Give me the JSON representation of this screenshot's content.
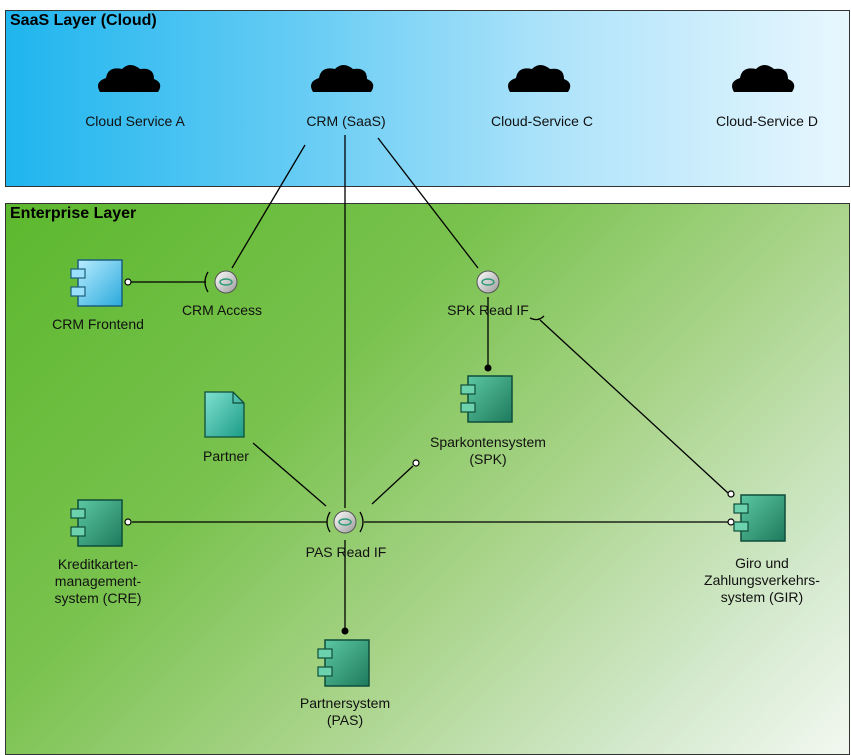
{
  "saas_layer": {
    "title": "SaaS Layer (Cloud)"
  },
  "enterprise_layer": {
    "title": "Enterprise Layer"
  },
  "clouds": [
    {
      "label": "Cloud Service A"
    },
    {
      "label": "CRM (SaaS)"
    },
    {
      "label": "Cloud-Service C"
    },
    {
      "label": "Cloud-Service D"
    }
  ],
  "interfaces": {
    "crm_access": "CRM Access",
    "spk_read_if": "SPK Read IF",
    "pas_read_if": "PAS Read IF"
  },
  "components": {
    "crm_frontend": "CRM Frontend",
    "sparkontensystem": [
      "Sparkontensystem",
      "(SPK)"
    ],
    "kreditkarten": [
      "Kreditkarten-",
      "management-",
      "system (CRE)"
    ],
    "giro": [
      "Giro und",
      "Zahlungsverkehrs-",
      "system (GIR)"
    ],
    "partnersystem": [
      "Partnersystem",
      "(PAS)"
    ]
  },
  "artifacts": {
    "partner": "Partner"
  },
  "colors": {
    "saas_start": "#1fb5ee",
    "enterprise_start": "#5cb82e",
    "component_teal": "#2e9a78",
    "frontend_blue": "#6fd0f5"
  }
}
